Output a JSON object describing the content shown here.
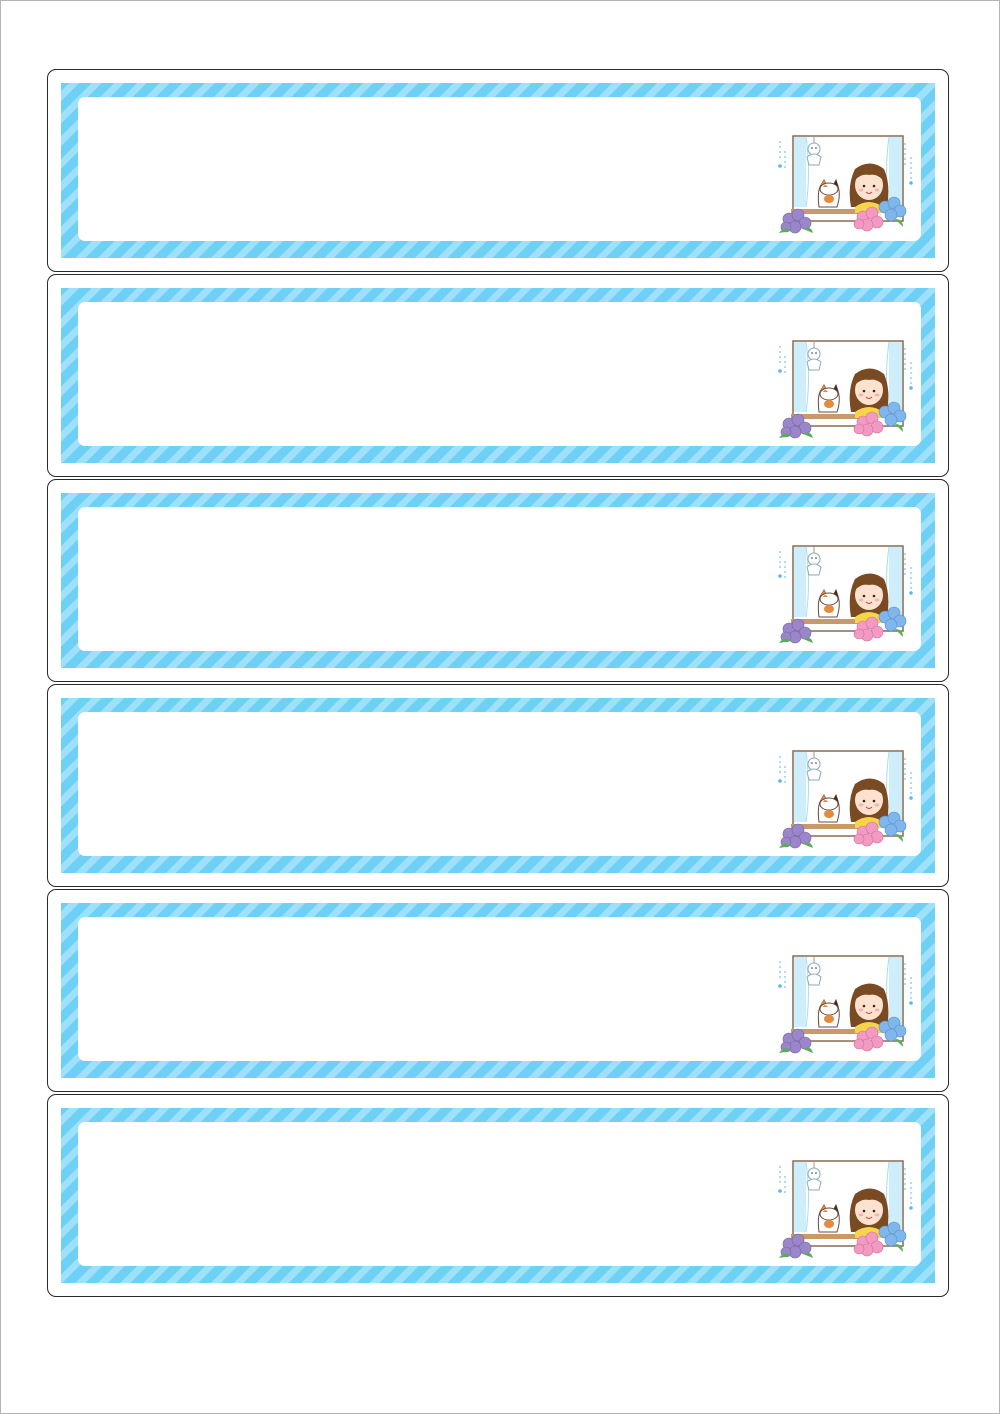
{
  "page": {
    "label_count": 6
  },
  "labels": [
    {
      "text": "",
      "illustration": "rainy-window-girl-cat-hydrangea"
    },
    {
      "text": "",
      "illustration": "rainy-window-girl-cat-hydrangea"
    },
    {
      "text": "",
      "illustration": "rainy-window-girl-cat-hydrangea"
    },
    {
      "text": "",
      "illustration": "rainy-window-girl-cat-hydrangea"
    },
    {
      "text": "",
      "illustration": "rainy-window-girl-cat-hydrangea"
    },
    {
      "text": "",
      "illustration": "rainy-window-girl-cat-hydrangea"
    }
  ],
  "colors": {
    "stripe_dark": "#6fd0f6",
    "stripe_light": "#9fe0fa",
    "card_border": "#2a2a2a",
    "hydrangea_purple": "#9b86c9",
    "hydrangea_pink": "#f39ac3",
    "hydrangea_blue": "#7fb6ec",
    "curtain": "#cfeefc",
    "hair": "#7a4a22",
    "shirt": "#f7d54a"
  }
}
